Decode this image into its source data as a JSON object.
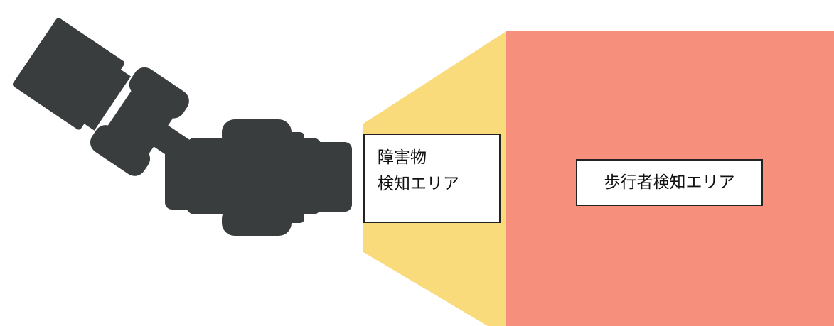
{
  "zones": {
    "obstacle_label_line1": "障害物",
    "obstacle_label_line2": "検知エリア",
    "pedestrian_label": "歩行者検知エリア"
  },
  "colors": {
    "obstacle_area": "#F9DB7C",
    "pedestrian_area": "#F6907C",
    "vehicle": "#3A3D3E"
  },
  "icons": {
    "vehicle": "articulated-work-vehicle-top-view-icon"
  }
}
